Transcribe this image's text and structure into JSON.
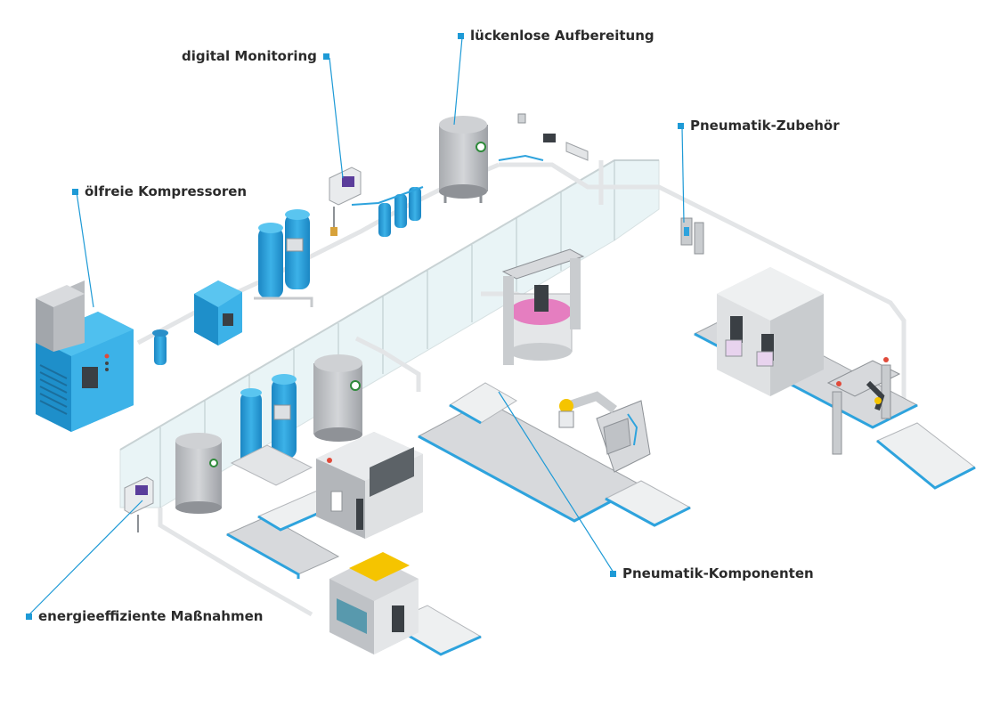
{
  "labels": {
    "monitoring": "digital Monitoring",
    "processing": "lückenlose Aufbereitung",
    "compressors": "ölfreie Kompressoren",
    "accessories": "Pneumatik-Zubehör",
    "components": "Pneumatik-Komponenten",
    "efficiency": "energieeffiziente Maßnahmen"
  },
  "colors": {
    "accent": "#1e9ad6",
    "machine_blue": "#2ea3dd",
    "machine_blue_dark": "#1b7fb5",
    "steel_light": "#d7d9dc",
    "steel_mid": "#b3b6ba",
    "steel_dark": "#8d9196",
    "glass": "#cfe6ea",
    "pink": "#e57ec0",
    "yellow": "#f5c400"
  }
}
